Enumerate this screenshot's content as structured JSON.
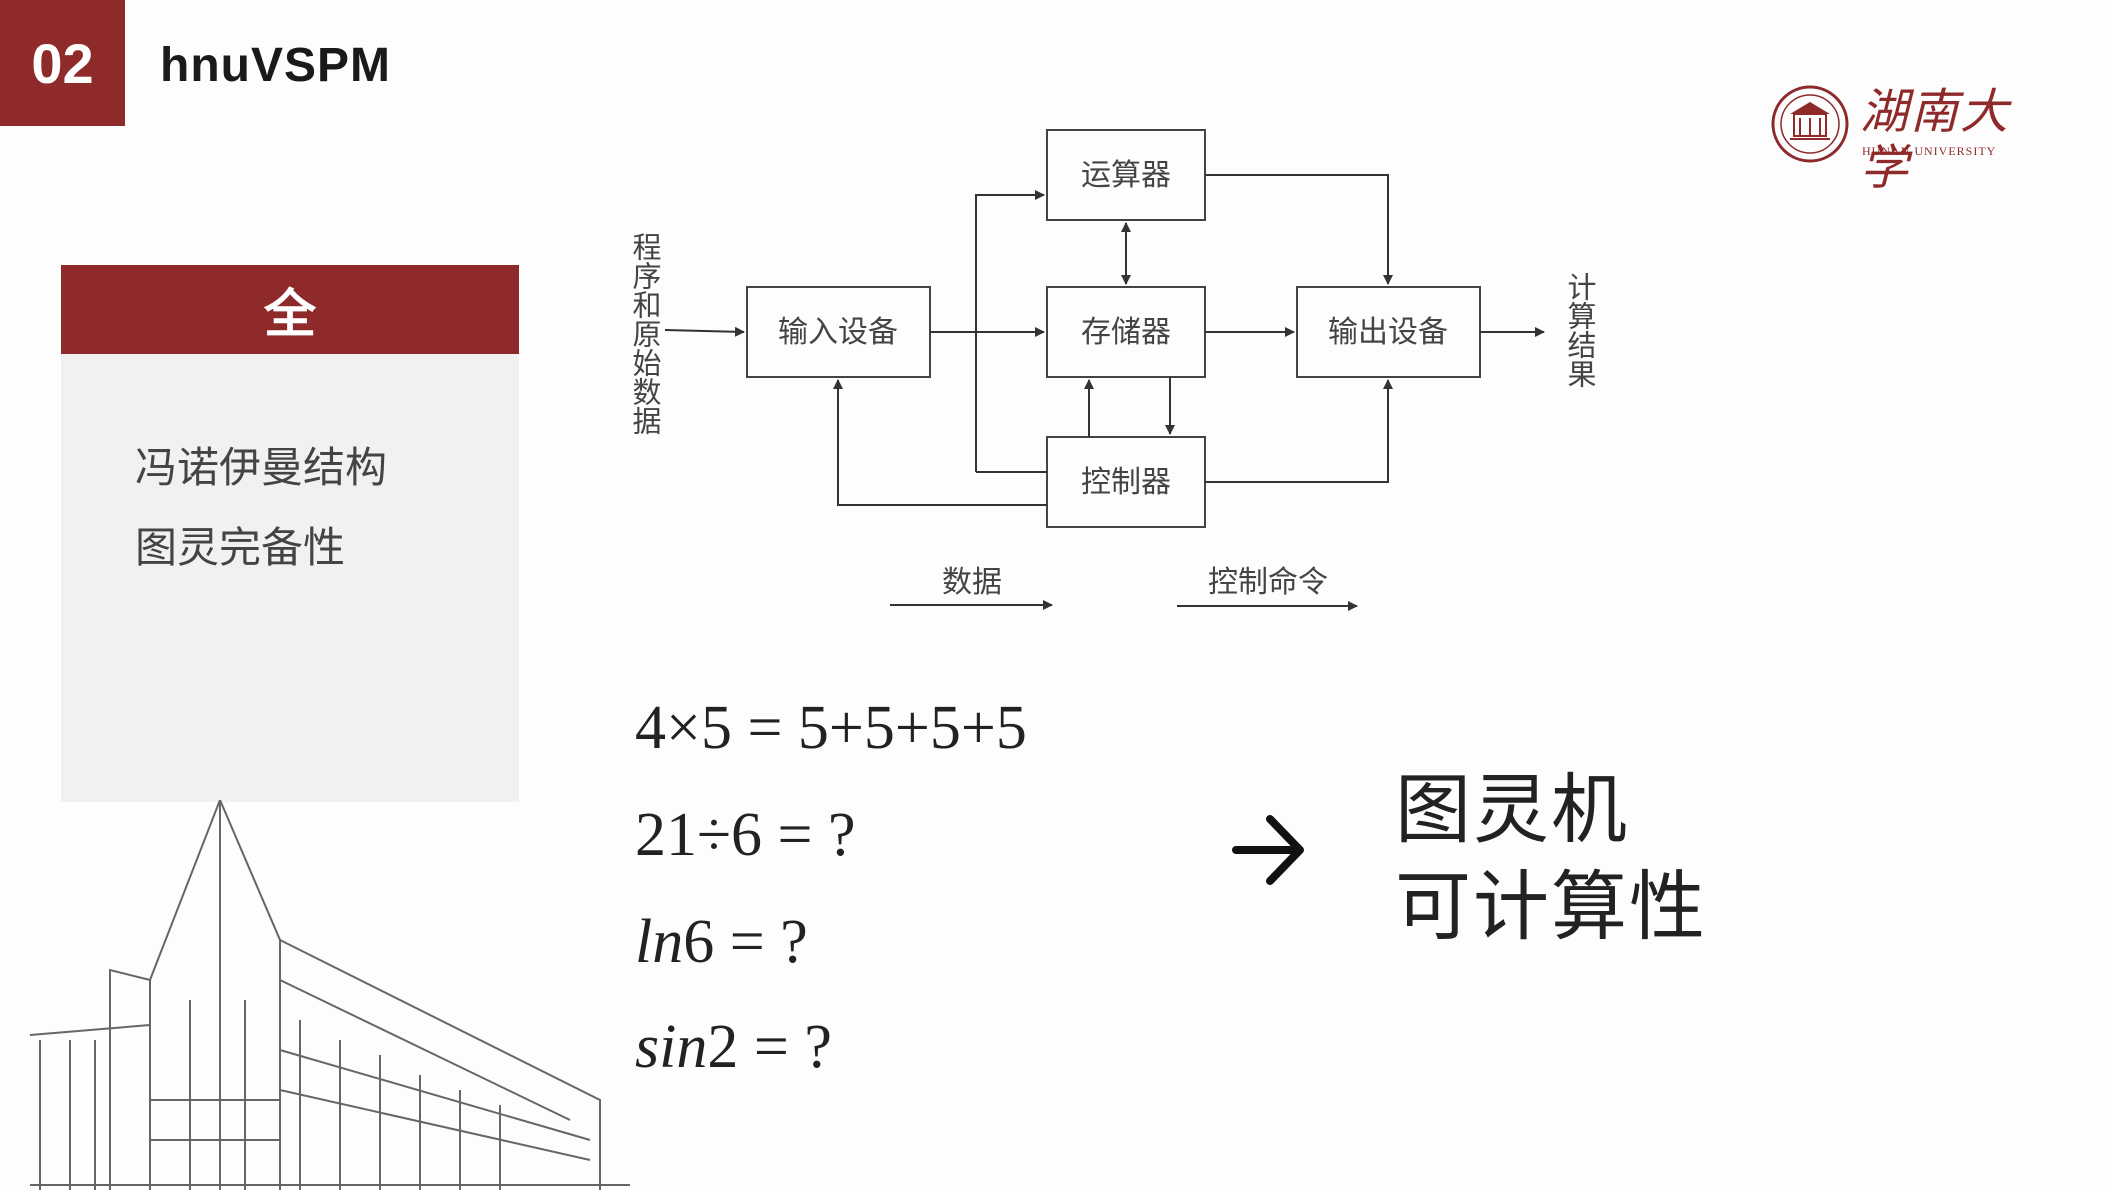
{
  "header": {
    "section_number": "02",
    "title": "hnuVSPM"
  },
  "logo": {
    "name": "湖南大学",
    "english": "HUNAN UNIVERSITY"
  },
  "left_panel": {
    "header": "全",
    "items": [
      "冯诺伊曼结构",
      "图灵完备性"
    ]
  },
  "diagram": {
    "boxes": {
      "alu": "运算器",
      "input": "输入设备",
      "memory": "存储器",
      "output": "输出设备",
      "controller": "控制器"
    },
    "input_label": "程序和原始数据",
    "output_label": "计算结果",
    "legend": {
      "data": "数据",
      "control": "控制命令"
    }
  },
  "formulas": {
    "f1": "4×5 = 5+5+5+5",
    "f2": "21÷6 = ?",
    "f3_fn": "ln",
    "f3_rest": "6 = ?",
    "f4_fn": "sin",
    "f4_rest": "2 = ?"
  },
  "concepts": {
    "line1": "图灵机",
    "line2": "可计算性"
  },
  "colors": {
    "accent": "#8e2a2a"
  }
}
